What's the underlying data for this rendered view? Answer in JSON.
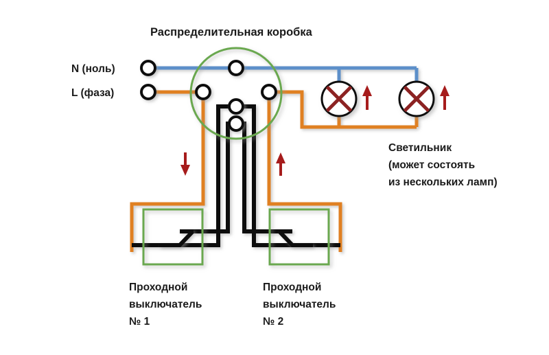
{
  "diagram": {
    "title": "Распределительная коробка",
    "supply": {
      "neutral_label": "N (ноль)",
      "line_label": "L (фаза)"
    },
    "lamp": {
      "caption_line1": "Светильник",
      "caption_line2": "(может состоять",
      "caption_line3": "из нескольких ламп)",
      "count": 2,
      "symbol": "lamp-cross-icon"
    },
    "switches": [
      {
        "caption_line1": "Проходной",
        "caption_line2": "выключатель",
        "caption_line3": "№ 1",
        "symbol": "two-way-switch-icon"
      },
      {
        "caption_line1": "Проходной",
        "caption_line2": "выключатель",
        "caption_line3": "№ 2",
        "symbol": "two-way-switch-icon"
      }
    ],
    "arrows": [
      {
        "name": "arrow-down-left-switch",
        "direction": "down"
      },
      {
        "name": "arrow-up-right-switch",
        "direction": "up"
      },
      {
        "name": "arrow-up-lamp-1",
        "direction": "up"
      },
      {
        "name": "arrow-up-lamp-2",
        "direction": "up"
      }
    ],
    "colors": {
      "neutral_wire": "#5b8fc9",
      "line_wire": "#e08020",
      "traveler_wire": "#111111",
      "enclosure": "#6aa84f",
      "arrow": "#a61c1c",
      "lamp_cross": "#8c2424",
      "terminal_ring": "#111111",
      "terminal_fill": "#ffffff",
      "text": "#1a1a1a",
      "background": "#ffffff"
    }
  }
}
